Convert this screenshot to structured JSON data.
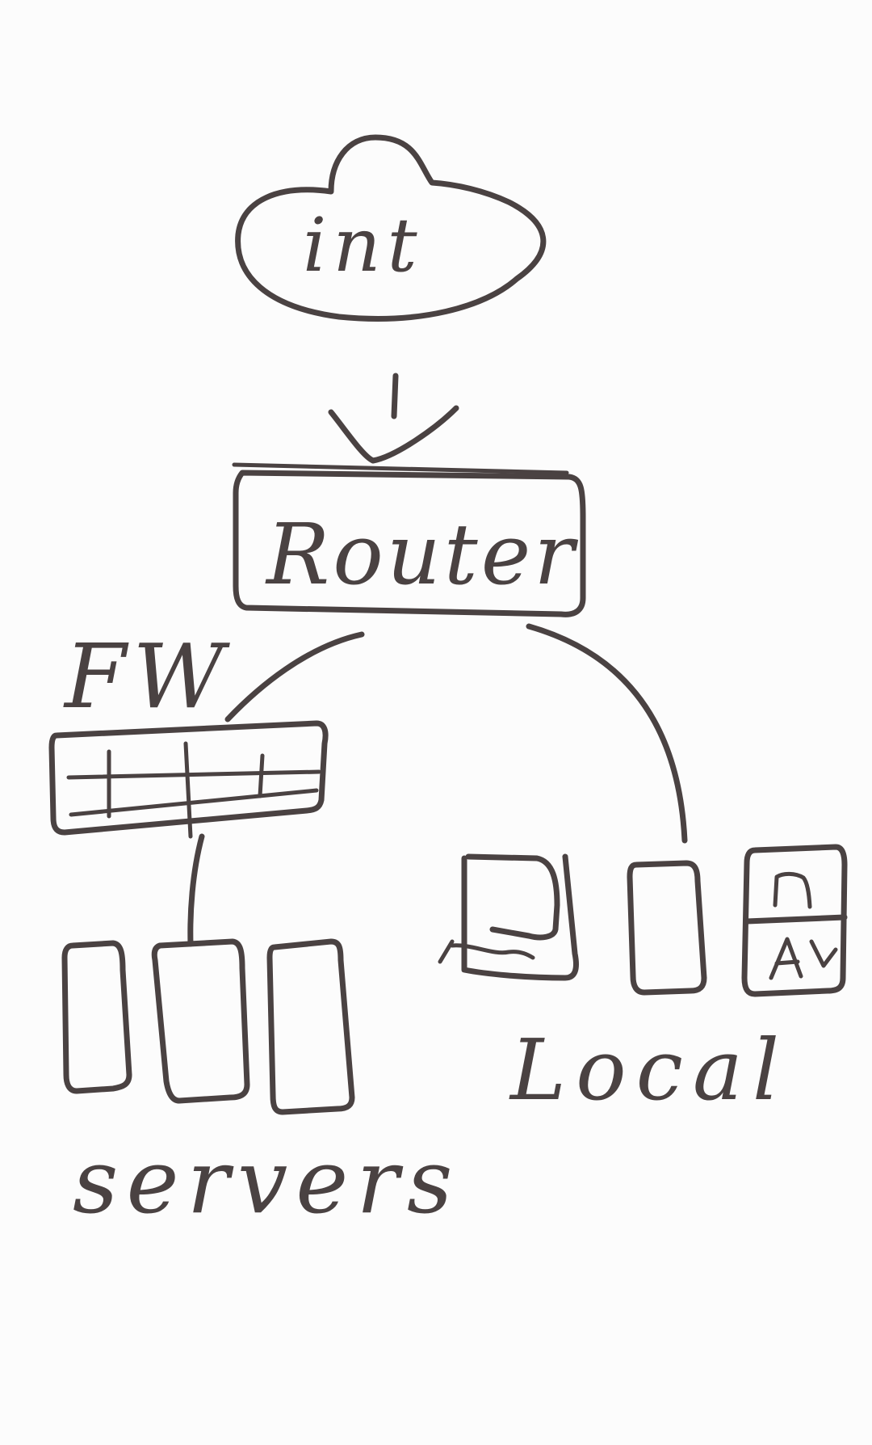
{
  "colors": {
    "background": "#fcfcfc",
    "ink": "#4a4242"
  },
  "nodes": {
    "internet": {
      "label": "int",
      "icon": "cloud-icon"
    },
    "router": {
      "label": "Router",
      "icon": "router-box-icon"
    },
    "firewall": {
      "label": "FW",
      "icon": "firewall-brick-icon"
    },
    "servers": {
      "label": "servers",
      "icon": "server-tower-icon",
      "count": 3
    },
    "local": {
      "label": "Local",
      "devices": [
        "laptop-icon",
        "tower-pc-icon",
        "storage-device-icon"
      ]
    }
  },
  "edges": [
    {
      "from": "internet",
      "to": "router",
      "style": "arrow"
    },
    {
      "from": "router",
      "to": "firewall",
      "style": "line"
    },
    {
      "from": "router",
      "to": "local",
      "style": "line"
    },
    {
      "from": "firewall",
      "to": "servers",
      "style": "line"
    }
  ]
}
